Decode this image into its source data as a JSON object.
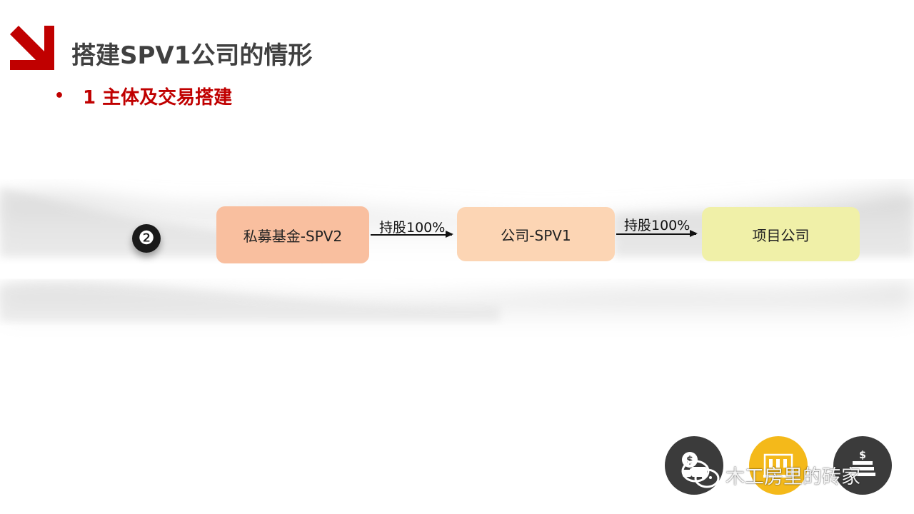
{
  "slide": {
    "title": "搭建SPV1公司的情形",
    "bullet": "•",
    "subtitle": "1 主体及交易搭建"
  },
  "diagram": {
    "step_badge": "❷",
    "nodes": [
      {
        "id": "n1",
        "label": "私募基金-SPV2",
        "color": "#f9bf9f"
      },
      {
        "id": "n2",
        "label": "公司-SPV1",
        "color": "#fcd5b4"
      },
      {
        "id": "n3",
        "label": "项目公司",
        "color": "#f0f0a8"
      }
    ],
    "edges": [
      {
        "from": "n1",
        "to": "n2",
        "label": "持股100%"
      },
      {
        "from": "n2",
        "to": "n3",
        "label": "持股100%"
      }
    ]
  },
  "colors": {
    "accent": "#c00000",
    "title_gray": "#404040",
    "icon_dark": "#3b3b3b",
    "icon_gold": "#f4b91a"
  },
  "icons": [
    "logo-arrow-icon",
    "money-bag-icon",
    "building-icon",
    "money-stack-icon",
    "wechat-icon"
  ],
  "watermark": {
    "text": "木工房里的砖家"
  }
}
